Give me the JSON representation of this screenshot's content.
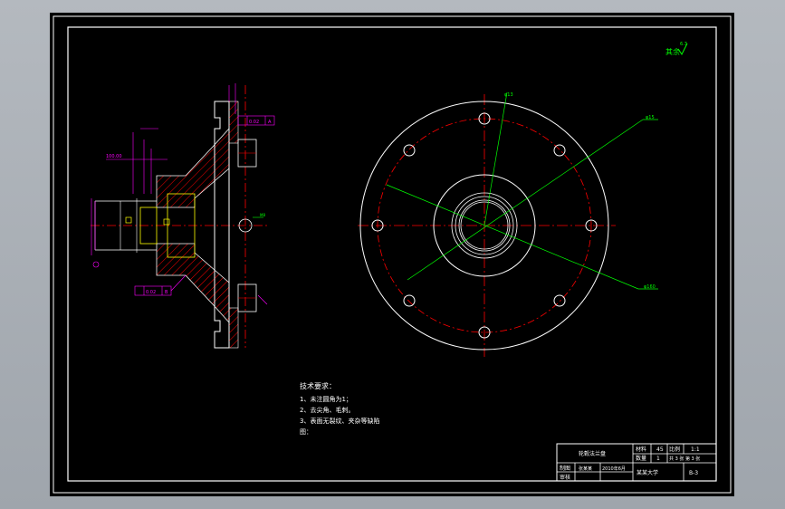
{
  "drawing": {
    "roughness_symbol_text": "其余",
    "roughness_value": "6.3",
    "dim_labels": {
      "left_dim_1": "100.00",
      "tol_top": "0.02",
      "tol_top_ref": "A",
      "tol_bottom": "0.02",
      "tol_bottom_ref": "B",
      "right_note": "M8",
      "hole_note_top": "φ13",
      "hole_note_right": "φ15",
      "hole_note_bottom": "φ160"
    },
    "tech_requirements": {
      "title": "技术要求：",
      "items": [
        "1、未注圆角为1；",
        "2、去尖角、毛刺。",
        "3、表面无裂纹、夹杂等缺陷"
      ],
      "extra": "图："
    },
    "title_block": {
      "part_name": "轮毂法兰盘",
      "material_label": "材料",
      "material_value": "45",
      "scale_label": "比例",
      "scale_value": "1:1",
      "qty_label": "数量",
      "qty_value": "1",
      "sheet_info": "共 3 张  第 3 张",
      "designer_label": "制图",
      "checker_label": "审核",
      "designer_name": "张某某",
      "date": "2010年6月",
      "school": "某某大学",
      "drawing_no": "B-3"
    }
  },
  "colors": {
    "sheet_bg": "#000000",
    "white": "#ffffff",
    "yellow": "#ffff00",
    "red": "#ff0000",
    "green": "#00ff00",
    "magenta": "#ff00ff"
  }
}
